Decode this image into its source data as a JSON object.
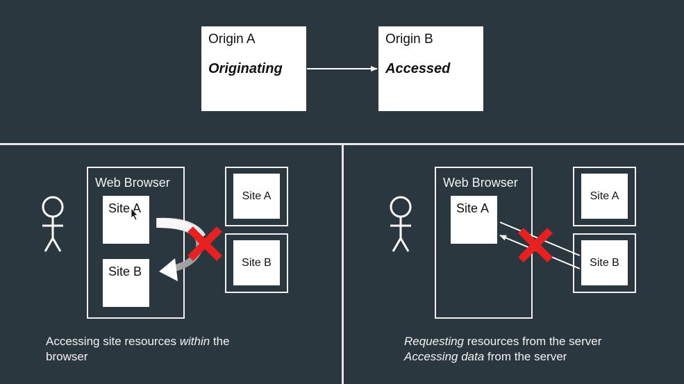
{
  "top": {
    "origin_a": {
      "title": "Origin A",
      "role": "Originating"
    },
    "origin_b": {
      "title": "Origin B",
      "role": "Accessed"
    }
  },
  "left_panel": {
    "browser_label": "Web Browser",
    "inner_site_a": "Site A",
    "inner_site_b": "Site B",
    "external_site_a": "Site A",
    "external_site_b": "Site B",
    "caption_part1": "Accessing site resources ",
    "caption_italic": "within",
    "caption_part2": " the",
    "caption_line2": "browser"
  },
  "right_panel": {
    "browser_label": "Web Browser",
    "inner_site_a": "Site A",
    "external_site_a": "Site A",
    "external_site_b": "Site B",
    "caption_line1_italic": "Requesting",
    "caption_line1_rest": " resources from the server",
    "caption_line2_italic": "Accessing data",
    "caption_line2_rest": " from the server"
  },
  "colors": {
    "background": "#2b373e",
    "block_red": "#e8201f",
    "line": "#f2f2f2"
  },
  "icons": [
    "arrow-right-icon",
    "person-icon",
    "curved-arrow-icon",
    "red-x-icon",
    "cursor-icon"
  ]
}
